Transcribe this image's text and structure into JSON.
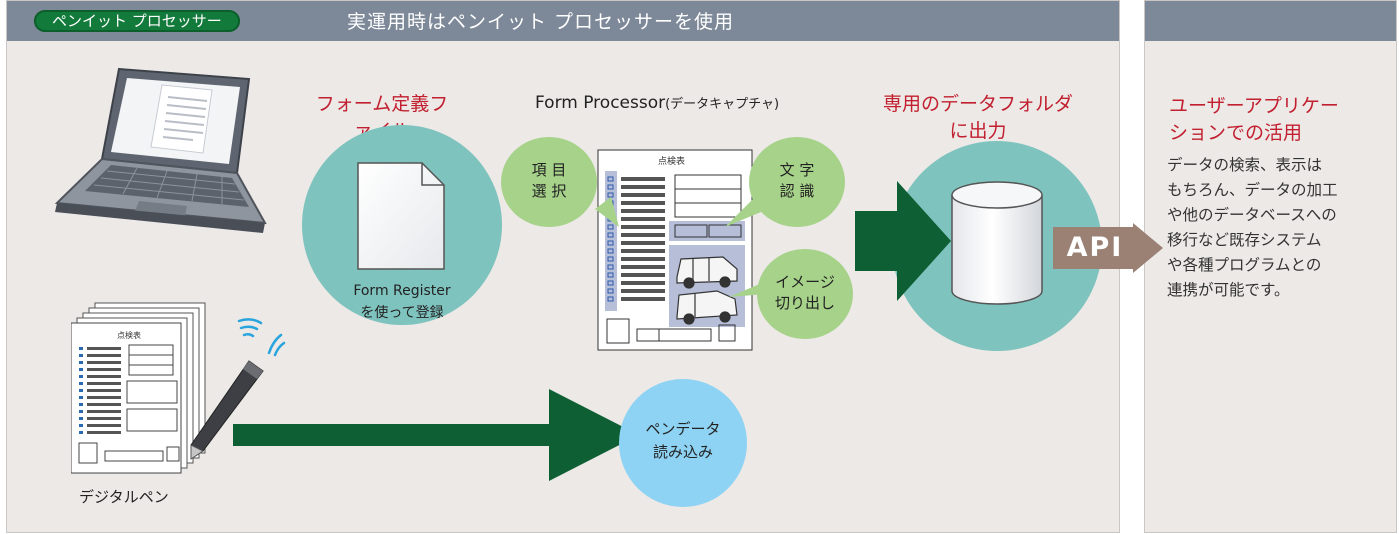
{
  "header": {
    "badge": "ペンイット プロセッサー",
    "title": "実運用時はペンイット プロセッサーを使用"
  },
  "form_definition": {
    "title": "フォーム定義ファイル",
    "caption_line1": "Form Register",
    "caption_line2": "を使って登録"
  },
  "processor": {
    "title_main": "Form Processor",
    "title_sub": "(データキャプチャ)",
    "sheet_title": "点検表",
    "bubble_select_line1": "項 目",
    "bubble_select_line2": "選 択",
    "bubble_ocr_line1": "文 字",
    "bubble_ocr_line2": "認 識",
    "bubble_image_line1": "イメージ",
    "bubble_image_line2": "切り出し"
  },
  "output": {
    "title_line1": "専用のデータフォルダ",
    "title_line2": "に出力"
  },
  "pen": {
    "label": "デジタルペン",
    "sheet_title": "点検表",
    "read_line1": "ペンデータ",
    "read_line2": "読み込み"
  },
  "api": {
    "label": "API"
  },
  "user_app": {
    "title_line1": "ユーザーアプリケー",
    "title_line2": "ションでの活用",
    "body_lines": [
      "データの検索、表示は",
      "もちろん、データの加工",
      "や他のデータベースへの",
      "移行など既存システム",
      "や各種プログラムとの",
      "連携が可能です。"
    ]
  },
  "colors": {
    "header_bar": "#7d8898",
    "panel_bg": "#ece9e6",
    "accent_red": "#c22030",
    "arrow_green": "#0f5f35",
    "teal_circle": "#7fc3bf",
    "bubble_green": "#a6d28a",
    "pen_circle": "#8ed3f3",
    "api_arrow": "#9a8174"
  }
}
